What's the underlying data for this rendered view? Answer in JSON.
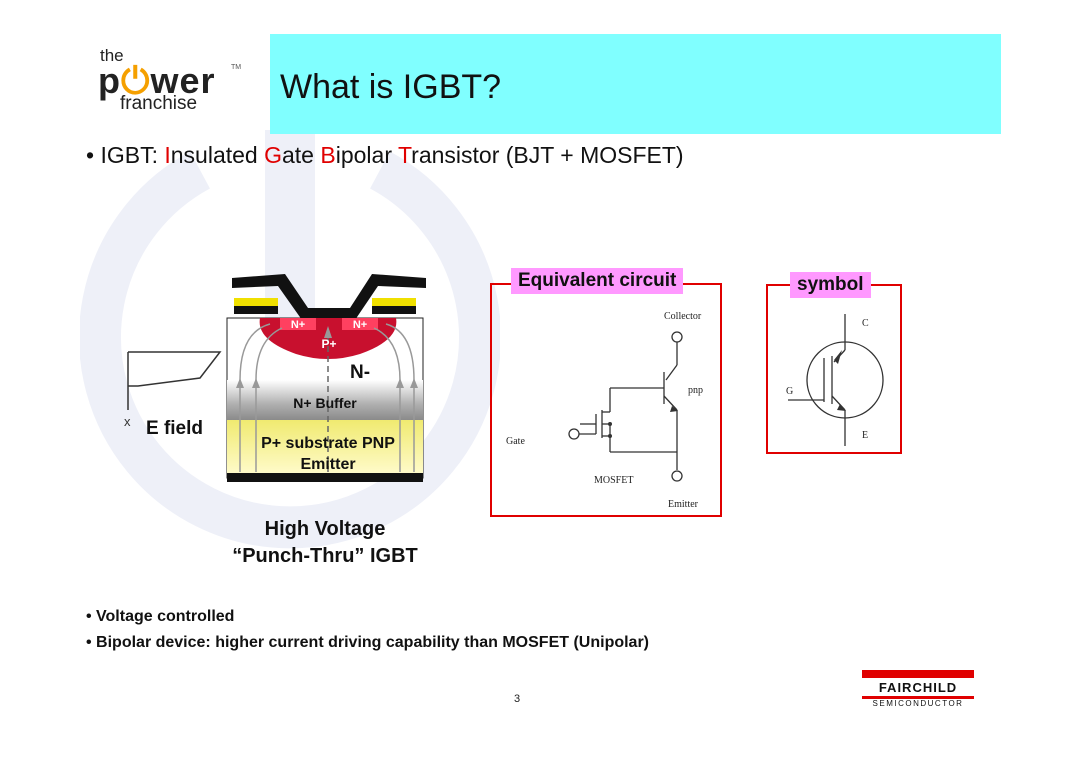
{
  "logo": {
    "the": "the",
    "power": "p",
    "power_rest": "wer",
    "tm": "TM",
    "franchise": "franchise"
  },
  "title": "What is IGBT?",
  "intro": {
    "bullet": "•",
    "prefix": "IGBT: ",
    "w1_initial": "I",
    "w1_rest": "nsulated ",
    "w2_initial": "G",
    "w2_rest": "ate ",
    "w3_initial": "B",
    "w3_rest": "ipolar ",
    "w4_initial": "T",
    "w4_rest": "ransistor (BJT + MOSFET)"
  },
  "structure": {
    "n_plus_left": "N+",
    "n_plus_right": "N+",
    "p_plus": "P+",
    "n_minus": "N-",
    "n_buffer": "N+ Buffer",
    "substrate_line1": "P+ substrate PNP",
    "substrate_line2": "Emitter",
    "e_field": "E field",
    "x_marker": "x",
    "caption_line1": "High Voltage",
    "caption_line2": "“Punch-Thru” IGBT"
  },
  "equivalent": {
    "label": "Equivalent circuit",
    "collector": "Collector",
    "pnp": "pnp",
    "gate": "Gate",
    "mosfet": "MOSFET",
    "emitter": "Emitter"
  },
  "symbol": {
    "label": "symbol",
    "c": "C",
    "g": "G",
    "e": "E"
  },
  "bottom_bullets": [
    "• Voltage controlled",
    "• Bipolar device: higher current driving capability than MOSFET (Unipolar)"
  ],
  "page_number": "3",
  "fairchild": {
    "name": "FAIRCHILD",
    "sub": "SEMICONDUCTOR"
  },
  "colors": {
    "title_bg": "#80ffff",
    "accent_red": "#e00000",
    "label_pink": "#ff99ff",
    "logo_orange": "#f5a000"
  },
  "icons": {
    "logo": "power-button-icon",
    "watermark": "power-watermark-icon"
  }
}
